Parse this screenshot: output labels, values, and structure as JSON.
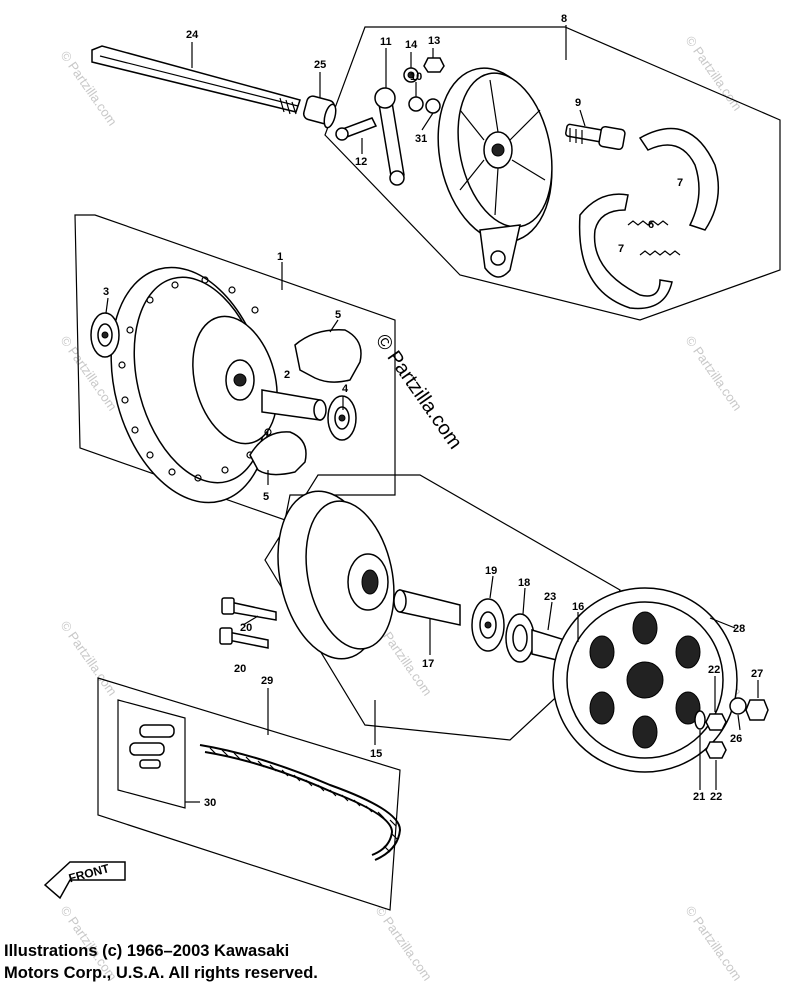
{
  "copyright": {
    "line1": "Illustrations (c) 1966–2003 Kawasaki",
    "line2": "Motors Corp., U.S.A.  All rights reserved."
  },
  "watermark": "© Partzilla.com",
  "watermark_center": "© Partzilla.com",
  "front_label": "FRONT",
  "callouts": {
    "c1": "1",
    "c2": "2",
    "c3": "3",
    "c4": "4",
    "c5a": "5",
    "c5b": "5",
    "c6": "6",
    "c7a": "7",
    "c7b": "7",
    "c8": "8",
    "c9": "9",
    "c10": "10",
    "c11": "11",
    "c12": "12",
    "c13": "13",
    "c14": "14",
    "c15": "15",
    "c16": "16",
    "c17": "17",
    "c18": "18",
    "c19": "19",
    "c20a": "20",
    "c20b": "20",
    "c21": "21",
    "c22a": "22",
    "c22b": "22",
    "c23": "23",
    "c24": "24",
    "c25": "25",
    "c26": "26",
    "c27": "27",
    "c28": "28",
    "c29": "29",
    "c30": "30",
    "c31": "31"
  }
}
